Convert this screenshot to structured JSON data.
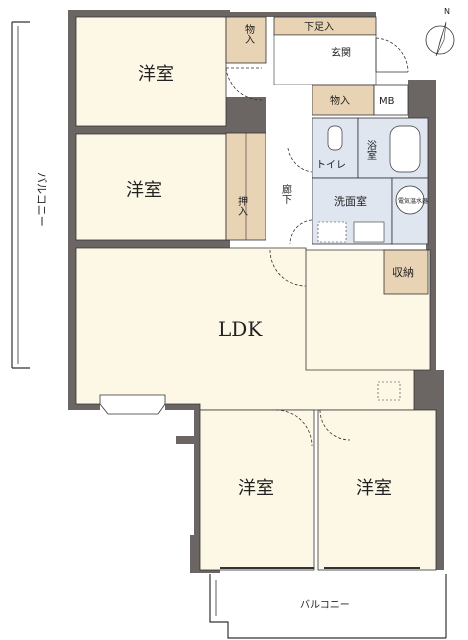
{
  "rooms": {
    "western_1": "洋室",
    "western_2": "洋室",
    "western_3": "洋室",
    "western_4": "洋室",
    "ldk": "LDK",
    "entrance": "玄関",
    "shoe_storage": "下足入",
    "storage_1": "物入",
    "storage_2": "物入",
    "closet": "押入",
    "mb": "MB",
    "toilet": "トイレ",
    "bath": "浴室",
    "washroom": "洗面室",
    "water_heater": "電気温水器",
    "corridor": "廊下",
    "shelf": "収納",
    "balcony_left": "バルコニー",
    "balcony_bottom": "バルコニー"
  },
  "compass": {
    "north": "N"
  },
  "colors": {
    "room_fill": "#fdf8e6",
    "storage_fill": "#e8d3b4",
    "wet_fill": "#dfe6f0",
    "wall": "#6b6563",
    "line": "#333333"
  }
}
